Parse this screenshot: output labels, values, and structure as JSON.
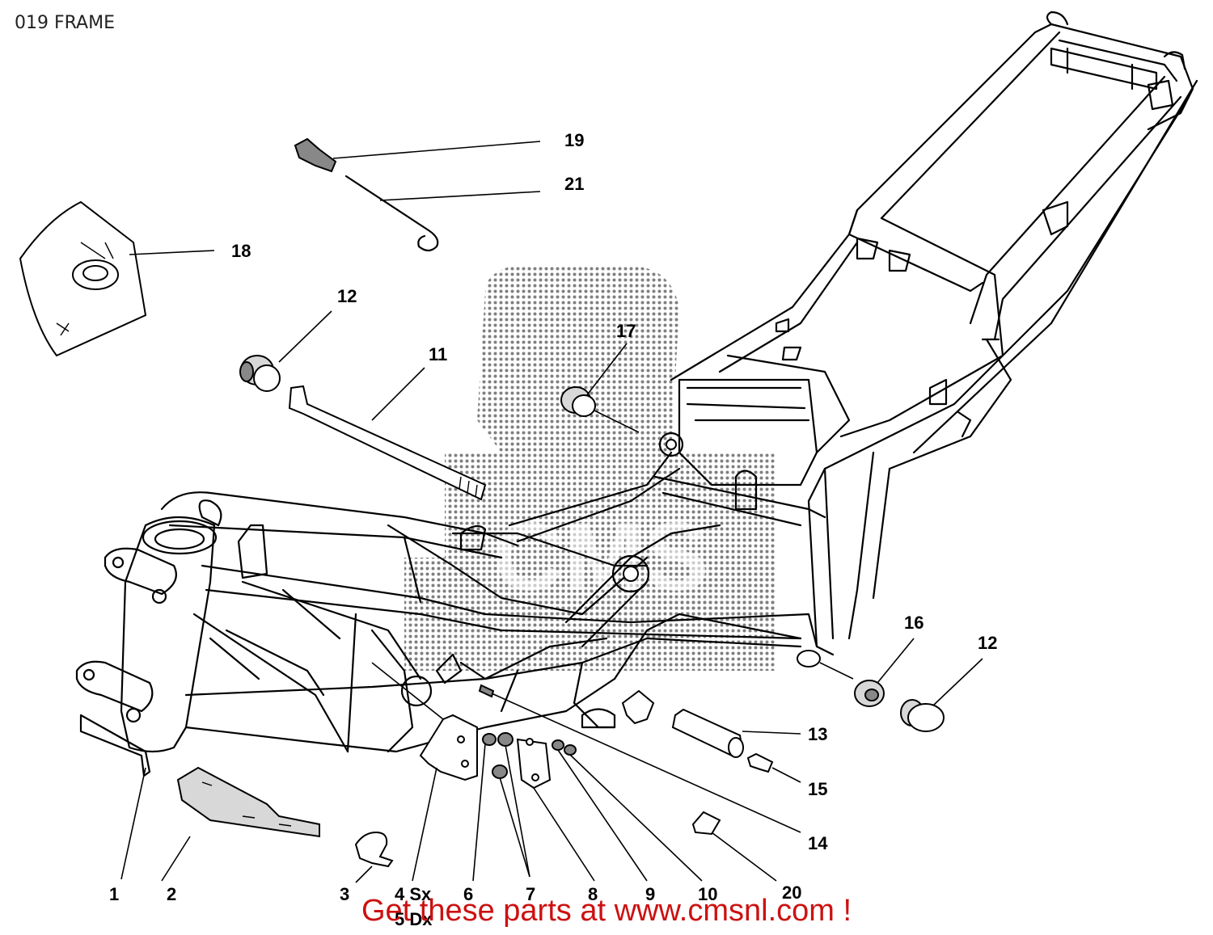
{
  "title": "019 FRAME",
  "watermark_text": "CMS",
  "callouts": {
    "c1": "1",
    "c2": "2",
    "c3": "3",
    "c4": "4 Sx",
    "c5": "5 Dx",
    "c6": "6",
    "c7": "7",
    "c8": "8",
    "c9": "9",
    "c10": "10",
    "c11": "11",
    "c12a": "12",
    "c12b": "12",
    "c13": "13",
    "c14": "14",
    "c15": "15",
    "c16": "16",
    "c17": "17",
    "c18": "18",
    "c19": "19",
    "c20": "20",
    "c21": "21"
  },
  "banner": "Get these parts at www.cmsnl.com !",
  "colors": {
    "banner": "#cc1111",
    "lines": "#000000",
    "watermark": "#555555"
  }
}
